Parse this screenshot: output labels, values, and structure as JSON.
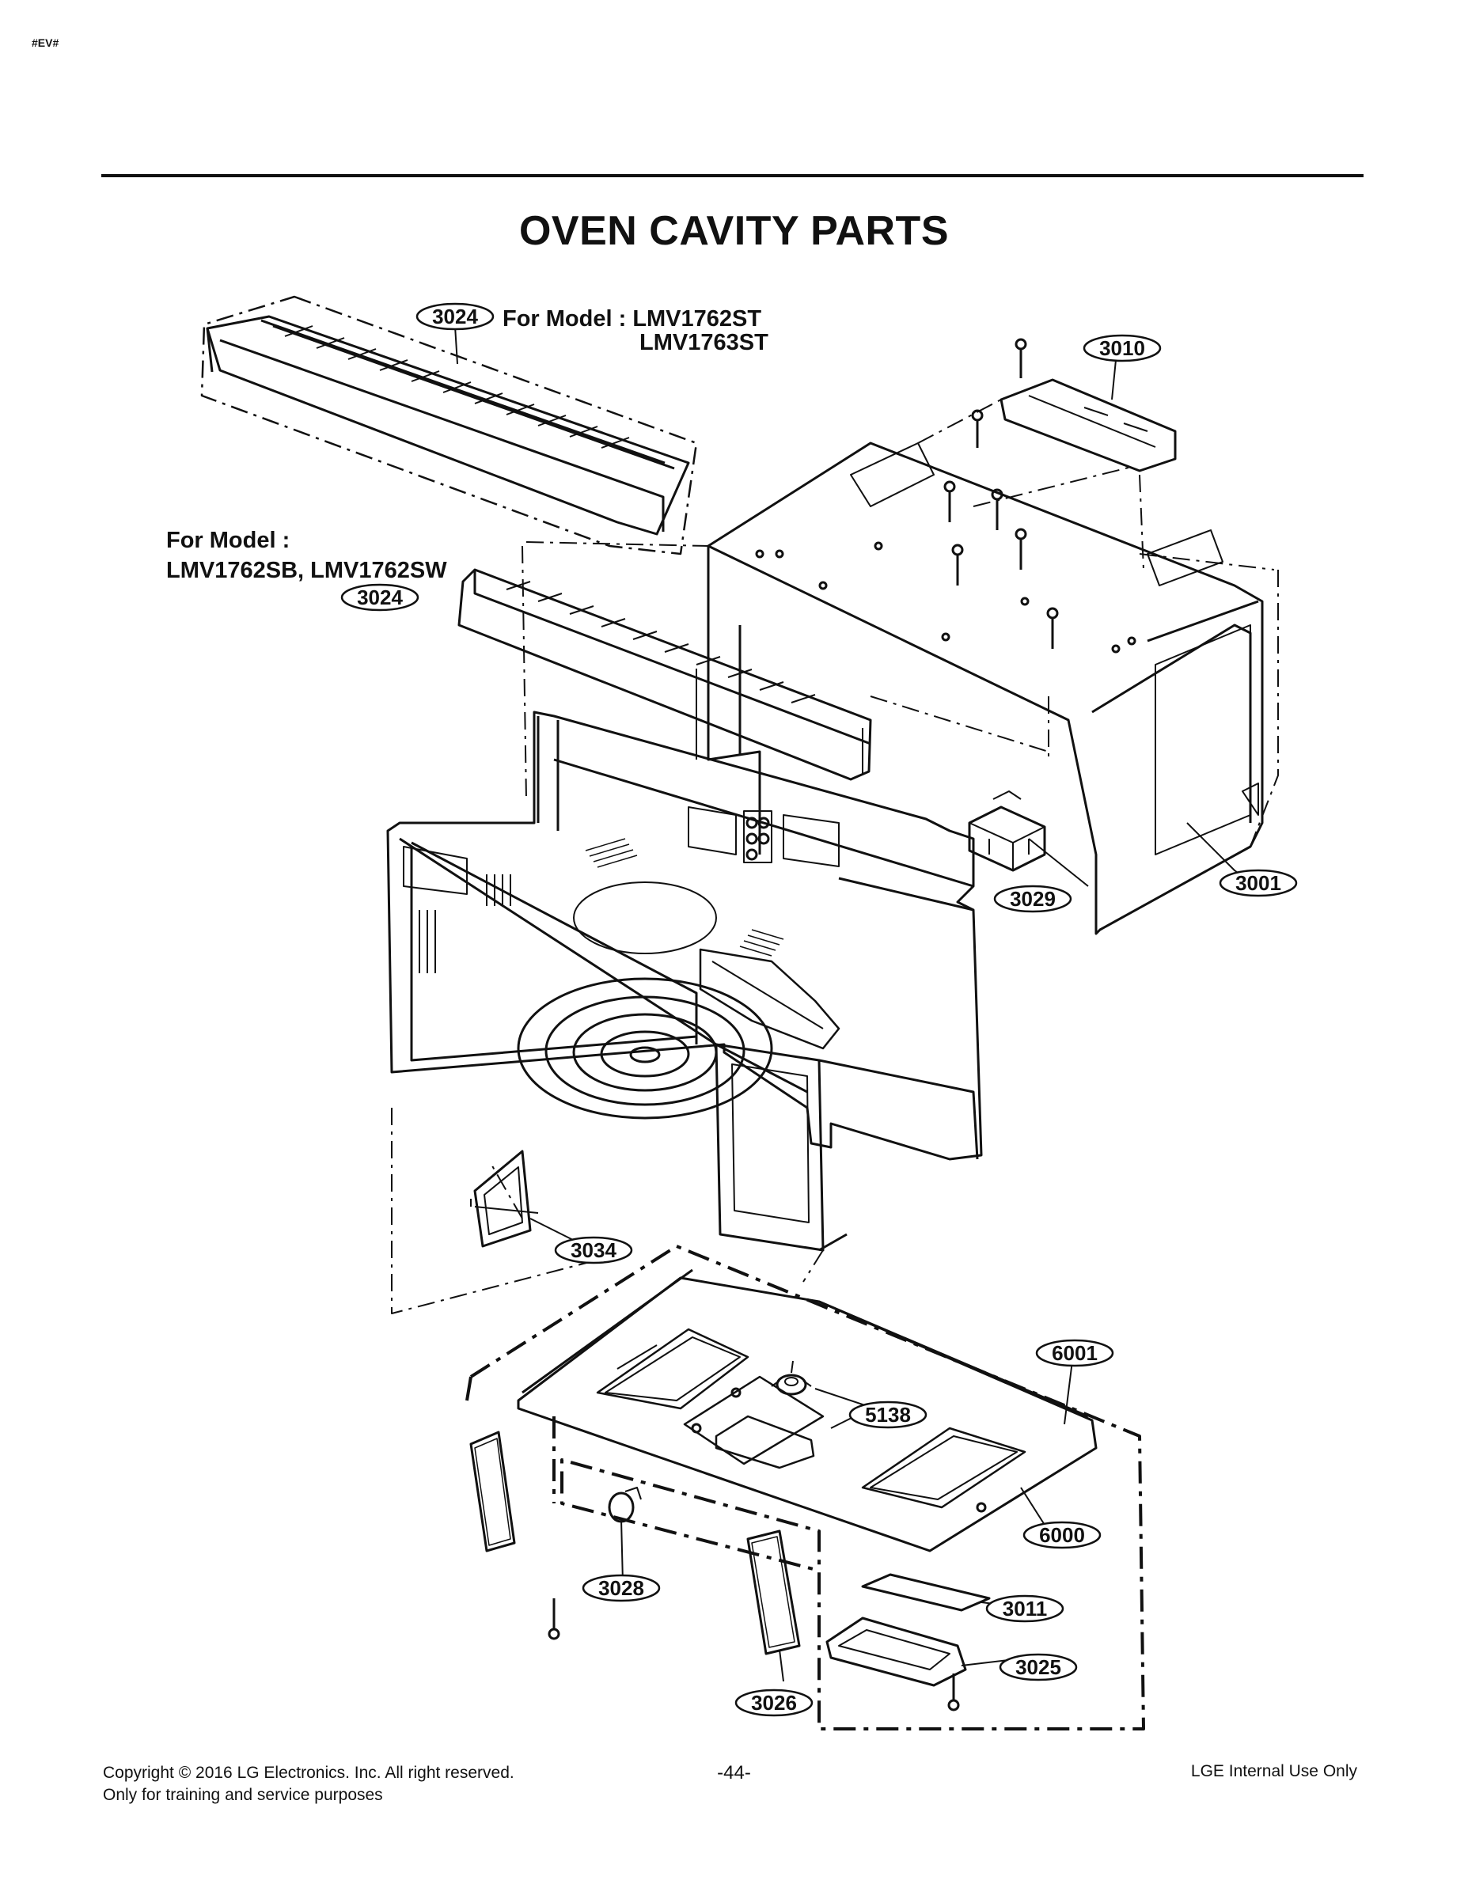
{
  "header_tag": "#EV#",
  "title": "OVEN CAVITY PARTS",
  "model_notes": {
    "top_line1": "For Model : LMV1762ST",
    "top_line2": "LMV1763ST",
    "left_line1": "For Model :",
    "left_line2": "LMV1762SB, LMV1762SW"
  },
  "callouts": {
    "c3024_top": "3024",
    "c3024_left": "3024",
    "c3010": "3010",
    "c3029": "3029",
    "c3001": "3001",
    "c3034": "3034",
    "c6001": "6001",
    "c5138": "5138",
    "c6000": "6000",
    "c3028": "3028",
    "c3011": "3011",
    "c3025": "3025",
    "c3026": "3026"
  },
  "footer": {
    "copyright": "Copyright © 2016 LG Electronics. Inc. All right reserved.",
    "training": "Only for training and service purposes",
    "page_number": "-44-",
    "internal": "LGE Internal Use Only"
  }
}
